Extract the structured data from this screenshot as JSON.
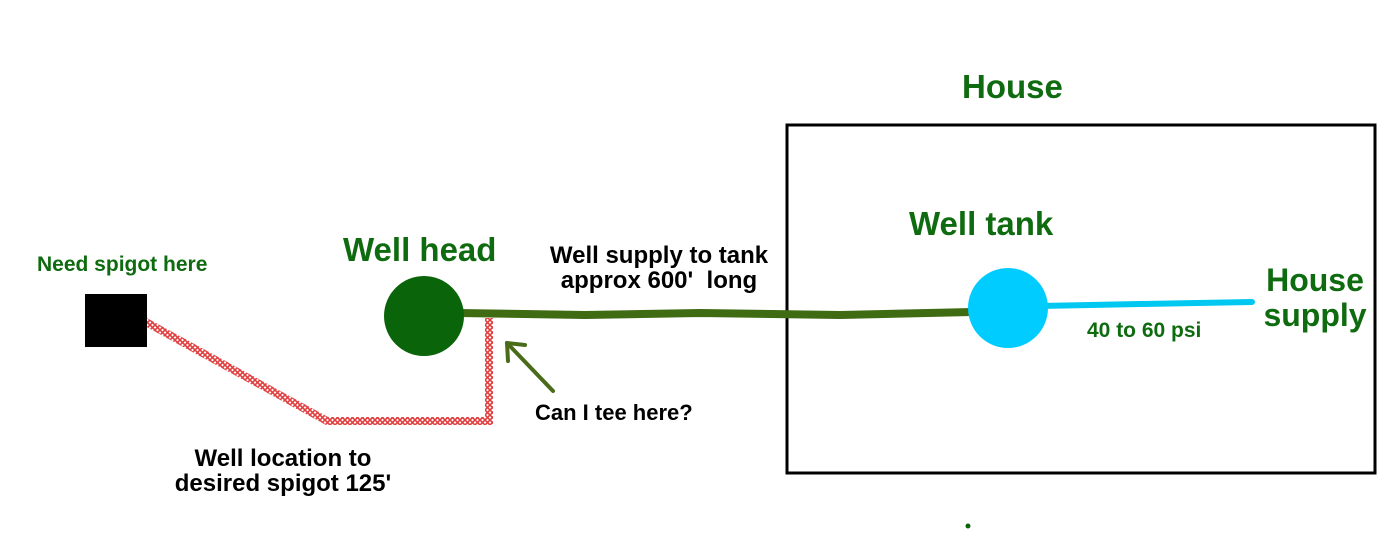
{
  "labels": {
    "house_title": "House",
    "well_tank": "Well tank",
    "well_head": "Well head",
    "spigot_need": "Need spigot here",
    "supply_line1": "Well supply to tank",
    "supply_line2": "approx 600'  long",
    "house_supply_line1": "House",
    "house_supply_line2": "supply",
    "pressure": "40 to 60 psi",
    "tee_question": "Can I tee here?",
    "spigot_distance_line1": "Well location to",
    "spigot_distance_line2": "desired spigot 125'"
  },
  "colors": {
    "label_green": "#0f6b0f",
    "well_head_fill": "#0a650a",
    "supply_pipe": "#3f6b12",
    "well_tank_fill": "#00ccff",
    "house_supply_pipe": "#00c8f0",
    "spigot_run": "#e04040",
    "house_outline": "#000000",
    "spigot_box": "#000000",
    "arrow": "#4a6b1a"
  },
  "icons": {
    "well_head": "green-circle",
    "well_tank": "cyan-circle",
    "spigot": "black-square",
    "tee_pointer": "arrow-up-left"
  }
}
